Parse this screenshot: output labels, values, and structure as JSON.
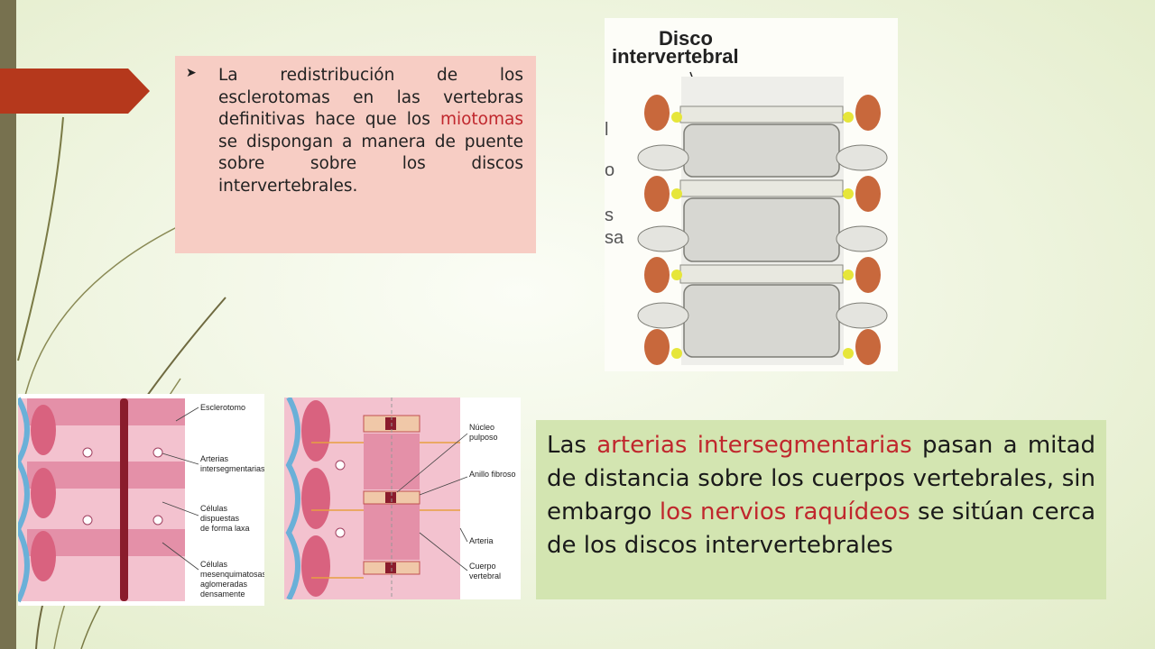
{
  "slide": {
    "top_text": {
      "part1": "La redistribución de los esclerotomas en las vertebras definitivas hace que los ",
      "highlight": "miotomas",
      "part2": " se dispongan a manera de puente sobre sobre los discos intervertebrales."
    },
    "bottom_text": {
      "part1": "Las ",
      "highlight1": "arterias intersegmentarias",
      "part2": " pasan a mitad de distancia sobre los cuerpos vertebrales, sin embargo ",
      "highlight2": "los nervios raquídeos",
      "part3": " se sitúan cerca de los discos intervertebrales"
    }
  },
  "spine_figure": {
    "title_line1": "Disco",
    "title_line2": "intervertebral",
    "side_labels": [
      "l",
      "o",
      "s",
      "sa"
    ]
  },
  "diagram_left": {
    "labels": [
      "Esclerotomo",
      "Arterias",
      "intersegmentarias",
      "Células",
      "dispuestas",
      "de forma laxa",
      "Células",
      "mesenquimatosas",
      "aglomeradas",
      "densamente"
    ]
  },
  "diagram_right": {
    "labels": [
      "Núcleo",
      "pulposo",
      "Anillo fibroso",
      "Arteria",
      "Cuerpo",
      "vertebral"
    ]
  },
  "colors": {
    "accent_red": "#c0272d",
    "top_box": "#f7cdc4",
    "bottom_box": "#d3e5b1",
    "left_bar": "#77714f",
    "arrow": "#b5381c"
  }
}
